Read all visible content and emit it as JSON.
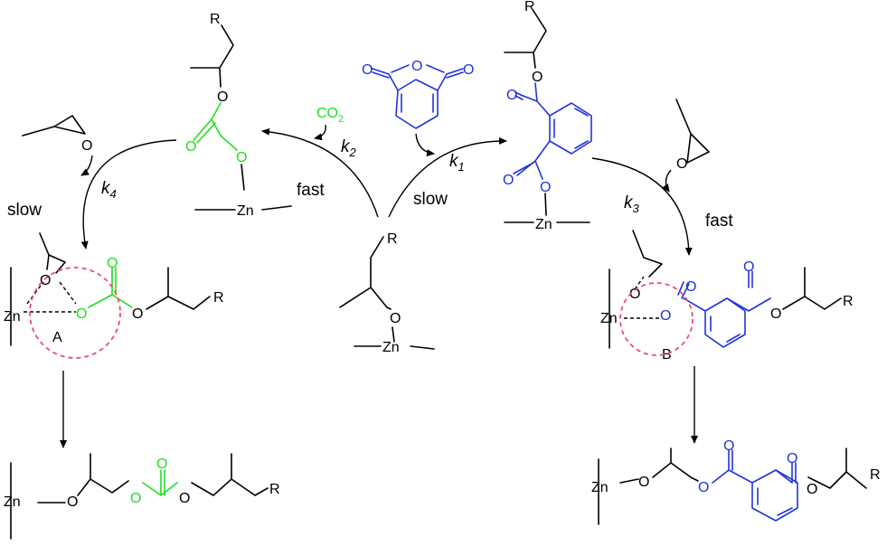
{
  "atoms": {
    "R": "R",
    "O": "O",
    "Zn": "Zn",
    "CO2": "CO",
    "CO2_sub": "2"
  },
  "labels": {
    "slow": "slow",
    "fast": "fast",
    "k1": "k",
    "k1_sub": "1",
    "k2": "k",
    "k2_sub": "2",
    "k3": "k",
    "k3_sub": "3",
    "k4": "k",
    "k4_sub": "4",
    "A": "A",
    "B": "B"
  },
  "colors": {
    "carbonate": "#22dd22",
    "phthalate": "#2233dd",
    "transition_circle": "#e8506a",
    "bonds": "#000000"
  }
}
